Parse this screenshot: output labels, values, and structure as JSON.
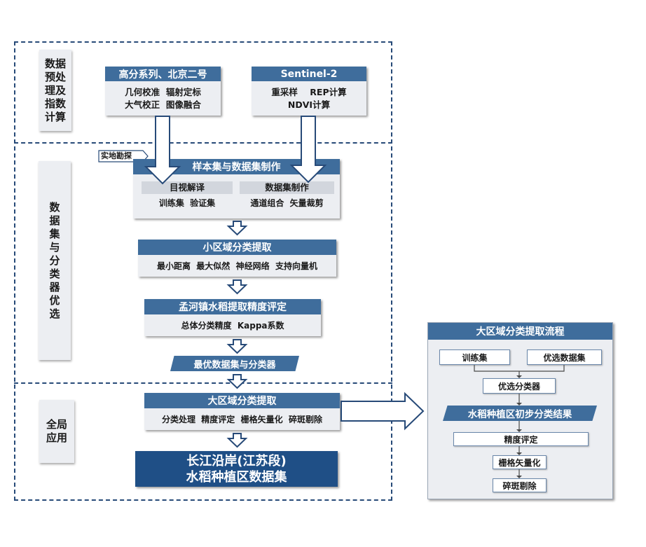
{
  "stages": {
    "preprocess": "数据预处理及指数计算",
    "selection": "数据集与分类器优选",
    "global": "全局应用"
  },
  "gf": {
    "title": "高分系列、北京二号",
    "line1": "几何校准  辐射定标",
    "line2": "大气校正  图像融合"
  },
  "s2": {
    "title": "Sentinel-2",
    "line1": "重采样    REP计算",
    "line2": "NDVI计算"
  },
  "field_survey": "实地勘探",
  "sample": {
    "title": "样本集与数据集制作",
    "visual": {
      "title": "目视解译",
      "body": "训练集  验证集"
    },
    "dataset": {
      "title": "数据集制作",
      "body": "通道组合  矢量裁剪"
    }
  },
  "small_region": {
    "title": "小区域分类提取",
    "body": "最小距离  最大似然  神经网络  支持向量机"
  },
  "menghe": {
    "title": "孟河镇水稻提取精度评定",
    "body": "总体分类精度  Kappa系数"
  },
  "best": "最优数据集与分类器",
  "large_region": {
    "title": "大区域分类提取",
    "body": "分类处理  精度评定  栅格矢量化  碎斑剔除"
  },
  "final": {
    "line1": "长江沿岸(江苏段)",
    "line2": "水稻种植区数据集"
  },
  "flow": {
    "title": "大区域分类提取流程",
    "training": "训练集",
    "best_data": "优选数据集",
    "classifier": "优选分类器",
    "initial": "水稻种植区初步分类结果",
    "accuracy": "精度评定",
    "vectorize": "栅格矢量化",
    "despeckle": "碎斑剔除"
  }
}
